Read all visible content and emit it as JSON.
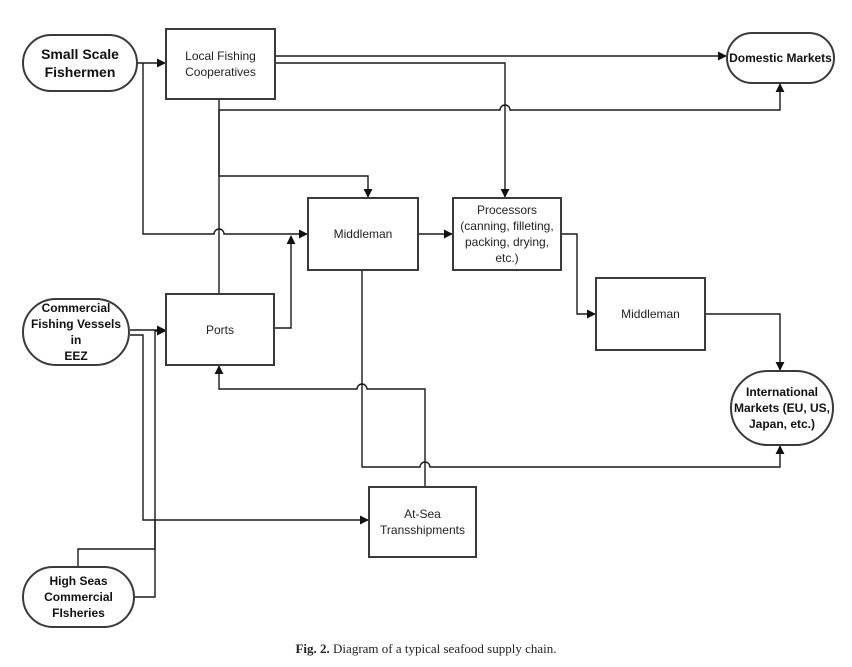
{
  "nodes": {
    "small_scale_fishermen": "Small Scale\nFishermen",
    "local_fishing_cooperatives": "Local Fishing\nCooperatives",
    "domestic_markets": "Domestic Markets",
    "middleman_1": "Middleman",
    "processors": "Processors\n(canning, filleting,\npacking, drying,\netc.)",
    "commercial_vessels": "Commercial\nFishing Vessels in\nEEZ",
    "ports": "Ports",
    "middleman_2": "Middleman",
    "international_markets": "International\nMarkets (EU, US,\nJapan, etc.)",
    "at_sea_transshipments": "At-Sea\nTransshipments",
    "high_seas_fisheries": "High Seas\nCommercial\nFIsheries"
  },
  "caption": {
    "label": "Fig. 2.",
    "text": "Diagram of a typical seafood supply chain."
  }
}
